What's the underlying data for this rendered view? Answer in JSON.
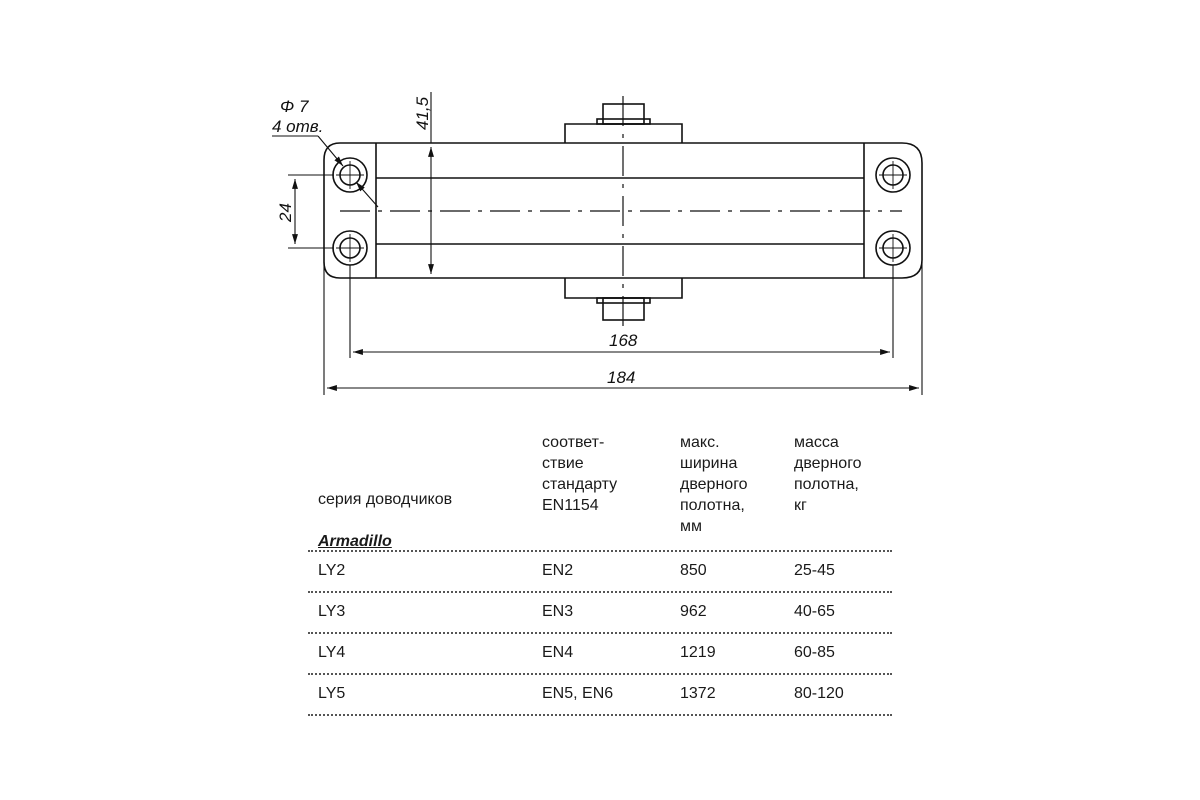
{
  "drawing": {
    "dim_hole": "Φ 7",
    "dim_hole_count": "4 отв.",
    "dim_height": "41,5",
    "dim_hole_spacing": "24",
    "dim_inner_length": "168",
    "dim_total_length": "184"
  },
  "specs_table": {
    "headers": {
      "series": "серия доводчиков",
      "brand": "Armadillo",
      "standard": "соответ-\nствие\nстандарту\nEN1154",
      "max_width": "макс.\nширина\nдверного\nполотна,\nмм",
      "mass": "масса\nдверного\nполотна,\nкг"
    },
    "rows": [
      {
        "model": "LY2",
        "standard": "EN2",
        "width": "850",
        "mass": "25-45"
      },
      {
        "model": "LY3",
        "standard": "EN3",
        "width": "962",
        "mass": "40-65"
      },
      {
        "model": "LY4",
        "standard": "EN4",
        "width": "1219",
        "mass": "60-85"
      },
      {
        "model": "LY5",
        "standard": "EN5, EN6",
        "width": "1372",
        "mass": "80-120"
      }
    ]
  }
}
